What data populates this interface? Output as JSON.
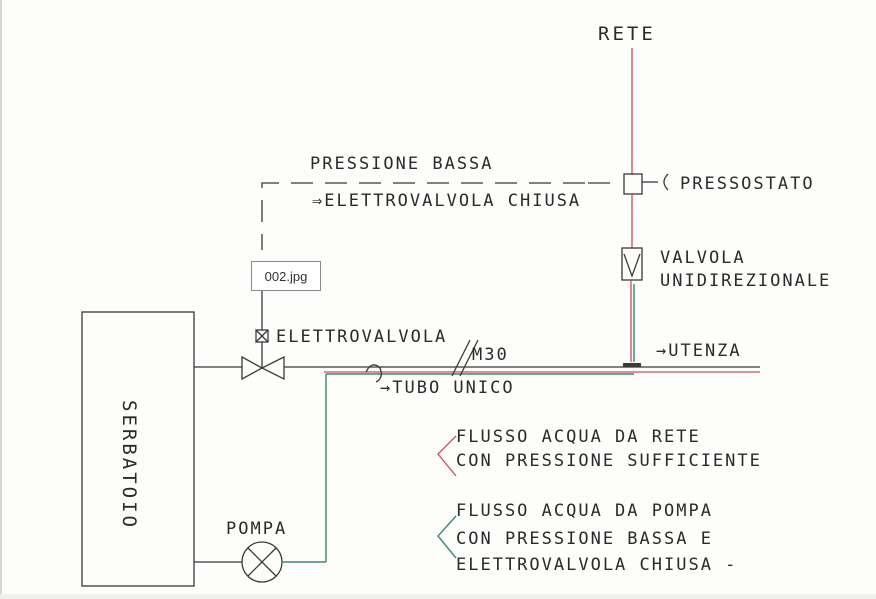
{
  "diagram": {
    "labels": {
      "rete": "RETE",
      "pressione_bassa": "PRESSIONE BASSA",
      "elettrovalvola_chiusa": "⇒ELETTROVALVOLA CHIUSA",
      "pressostato": "PRESSOSTATO",
      "valvola": "VALVOLA",
      "unidirezionale": "UNIDIREZIONALE",
      "elettrovalvola": "ELETTROVALVOLA",
      "m30": "M30",
      "utenza": "→UTENZA",
      "tubo_unico": "→TUBO UNICO",
      "serbatoio": "SERBATOIO",
      "pompa": "POMPA"
    },
    "legend": {
      "red_line_1": "FLUSSO ACQUA DA RETE",
      "red_line_2": "CON PRESSIONE SUFFICIENTE",
      "green_line_1": "FLUSSO ACQUA DA POMPA",
      "green_line_2": "CON PRESSIONE BASSA E",
      "green_line_3": "ELETTROVALVOLA CHIUSA -"
    },
    "colors": {
      "ink": "#3a3a3a",
      "rete_flow": "#c8505a",
      "pompa_flow": "#3a8a72"
    }
  },
  "tooltip": {
    "filename": "002.jpg"
  }
}
